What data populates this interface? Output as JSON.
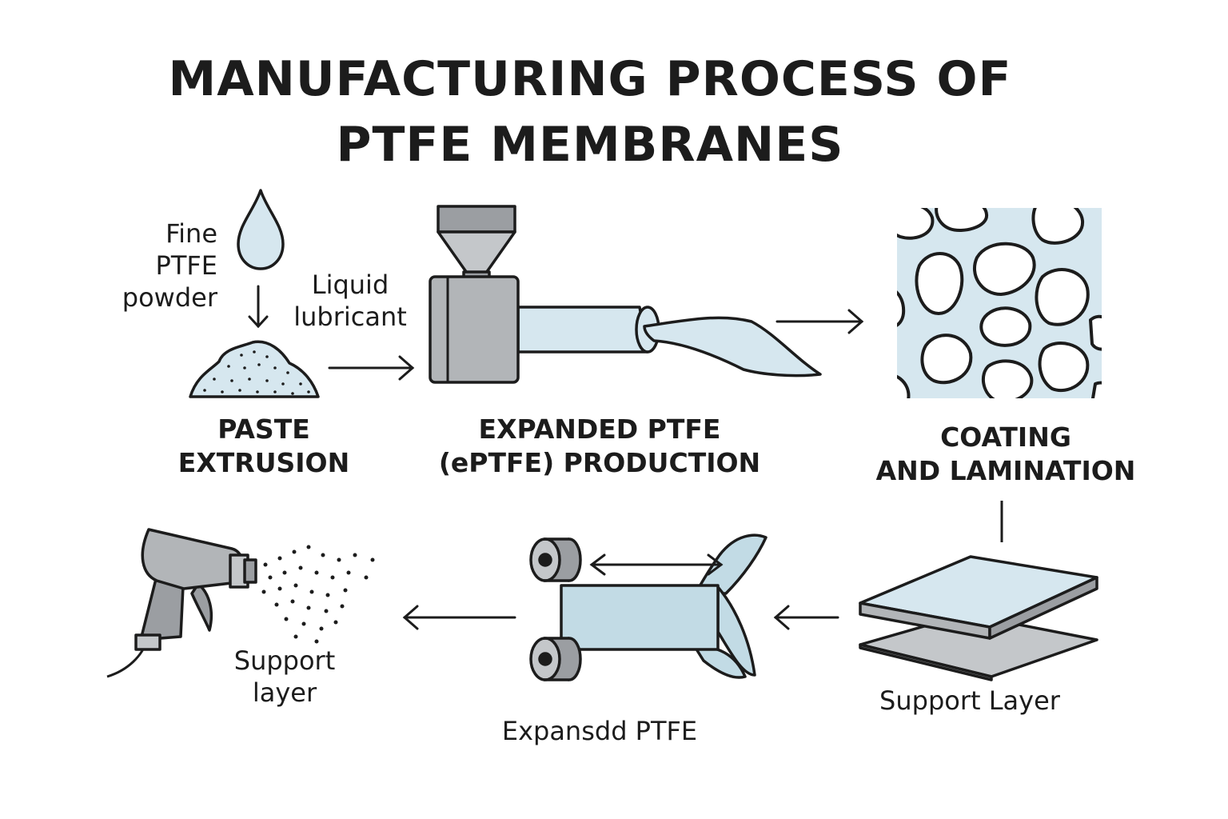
{
  "title": {
    "line1": "MANUFACTURING PROCESS OF",
    "line2": "PTFE MEMBRANES"
  },
  "labels": {
    "fine_powder": [
      "Fine",
      "PTFE",
      "powder"
    ],
    "liquid_lubricant": [
      "Liquid",
      "lubricant"
    ],
    "paste_extrusion": [
      "PASTE",
      "EXTRUSION"
    ],
    "eptfe_production": [
      "EXPANDED PTFE",
      "(ePTFE) PRODUCTION"
    ],
    "coating_lamination": [
      "COATING",
      "AND LAMINATION"
    ],
    "support_layer_sheet": "Support Layer",
    "expanded_ptfe": "Expansdd PTFE",
    "support_layer_spray": [
      "Support",
      "layer"
    ]
  },
  "icons": [
    "droplet-icon",
    "powder-pile-icon",
    "extruder-icon",
    "porous-structure-icon",
    "layered-sheets-icon",
    "stretching-rollers-icon",
    "spray-gun-icon"
  ],
  "colors": {
    "ink": "#1c1c1c",
    "light_blue": "#d6e7ef",
    "mid_blue": "#c2dbe5",
    "gray": "#9b9ea2",
    "light_gray": "#c4c7ca"
  }
}
